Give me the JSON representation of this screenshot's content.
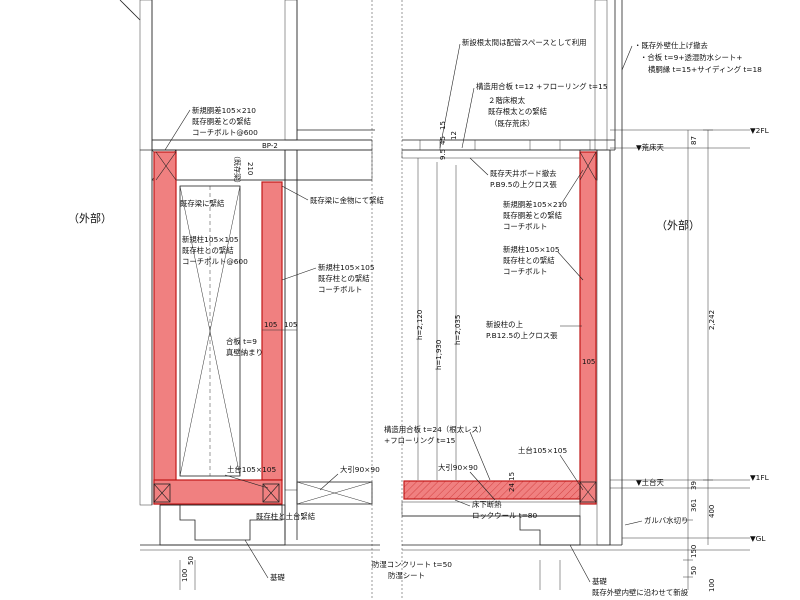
{
  "left": {
    "exterior": "（外部）",
    "new_beam": [
      "新規胴差105×210",
      "既存胴差との緊結",
      "コーチボルト@600"
    ],
    "bp2": "BP-2",
    "exist_beam": "（既存梁）",
    "dim_210": "210",
    "beam_fix": "既存梁に緊結",
    "hw_fix": "既存梁に金物にて緊結",
    "new_col_left": [
      "新規柱105×105",
      "既存柱との緊結",
      "コーチボルト@600"
    ],
    "new_col_right": [
      "新規柱105×105",
      "既存柱との緊結",
      "コーチボルト"
    ],
    "dim_105a": "105",
    "dim_105b": "105",
    "plywood": [
      "合板  t=9",
      "真壁納まり"
    ],
    "sill": "土台105×105",
    "oobiki": "大引90×90",
    "col_sill_fix": "既存柱と土台緊結",
    "foundation": "基礎",
    "dim_100": "100",
    "dim_50": "50"
  },
  "right": {
    "joist_space": "新設根太間は配管スペースとして利用",
    "struct_ply": "構造用合板  t=12 +フローリング  t=15",
    "second_joist": [
      "２階床根太",
      "既存根太との緊結"
    ],
    "exist_floor": "（既存荒床）",
    "ceiling": [
      "既存天井ボード撤去",
      "P.B9.5の上クロス張"
    ],
    "new_beam": [
      "新規胴差105×210",
      "既存胴差との緊結",
      "コーチボルト"
    ],
    "new_col": [
      "新規柱105×105",
      "既存柱との緊結",
      "コーチボルト"
    ],
    "new_col_top": [
      "新設柱の上",
      "P.B12.5の上クロス張"
    ],
    "dim_105": "105",
    "floor_ply": [
      "構造用合板  t=24（根太レス）",
      "+フローリング  t=15"
    ],
    "sill": "土台105×105",
    "oobiki": "大引90×90",
    "insulation": [
      "床下断熱",
      "ロックウール  t=80"
    ],
    "moisture": [
      "防湿コンクリート  t=50",
      "防湿シート"
    ],
    "foundation": [
      "基礎",
      "既存外壁内壁に沿わせて新設"
    ],
    "exterior": "（外部）",
    "ext_wall": [
      "・既存外壁仕上げ撤去",
      "・合板  t=9+透湿防水シート+",
      "横胴縁  t=15+サイディング  t=18"
    ],
    "galva": "ガルバ水切り",
    "dims_h": [
      "9.5",
      "45",
      "15",
      "12"
    ],
    "dim_1930": "h=1,930",
    "dim_2035": "h=2,035",
    "dim_2120": "h=2,120",
    "dim_2242": "2,242",
    "dim_87": "87",
    "dim_39": "39",
    "dim_361": "361",
    "dim_400": "400",
    "dim_150": "150",
    "dim_50": "50",
    "dim_100": "100",
    "dim_2415": "24 15",
    "lvl_2fl": "▼2FL",
    "lvl_arayuka": "▼荒床天",
    "lvl_dodai": "▼土台天",
    "lvl_1fl": "▼1FL",
    "lvl_gl": "▼GL"
  }
}
